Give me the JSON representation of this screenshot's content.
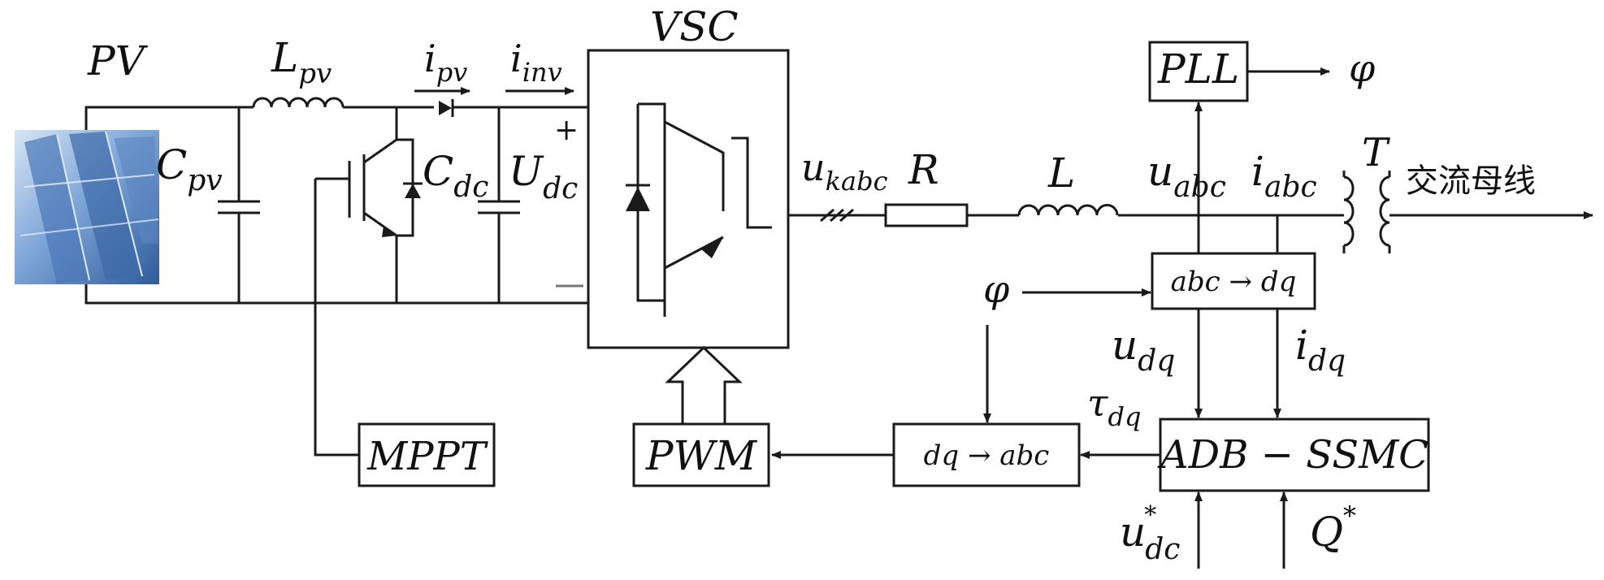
{
  "labels": {
    "pv": "PV",
    "lpv": "L",
    "lpv_sub": "pv",
    "ipv": "i",
    "ipv_sub": "pv",
    "iinv": "i",
    "iinv_sub": "inv",
    "vsc": "VSC",
    "cpv": "C",
    "cpv_sub": "pv",
    "cdc": "C",
    "cdc_sub": "dc",
    "udc": "U",
    "udc_sub": "dc",
    "plus": "+",
    "ukabc": "u",
    "ukabc_sub": "kabc",
    "r": "R",
    "l": "L",
    "uabc": "u",
    "uabc_sub": "abc",
    "iabc": "i",
    "iabc_sub": "abc",
    "t": "T",
    "bus": "交流母线",
    "phi_out": "φ",
    "phi_in": "φ",
    "udq": "u",
    "udq_sub": "dq",
    "idq": "i",
    "idq_sub": "dq",
    "taudq": "τ",
    "taudq_sub": "dq",
    "udc_ref": "u",
    "udc_ref_sub": "dc",
    "udc_ref_sup": "*",
    "q_ref": "Q",
    "q_ref_sup": "*"
  },
  "blocks": {
    "pll": "PLL",
    "abc_dq": "abc → dq",
    "mppt": "MPPT",
    "pwm": "PWM",
    "dq_abc": "dq → abc",
    "adb_ssmc": "ADB − SSMC"
  },
  "colors": {
    "line": "#1a1a1a",
    "panel_light": "#a9c4e6",
    "panel_dark": "#2e5c9a"
  }
}
